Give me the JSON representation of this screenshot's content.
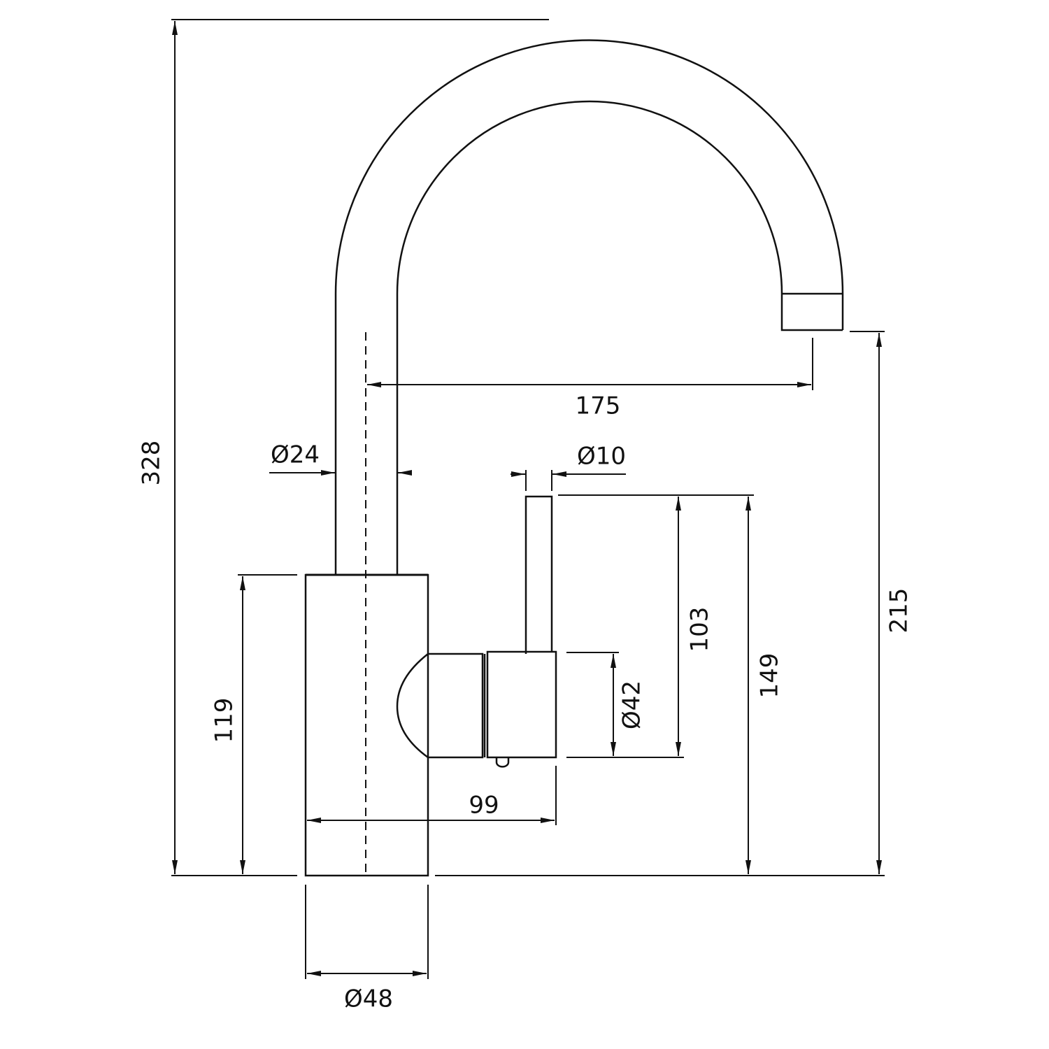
{
  "title": "Faucet dimension drawing",
  "dimensions": {
    "overall_height": "328",
    "spout_reach": "175",
    "spout_diameter": "Ø24",
    "lever_diameter": "Ø10",
    "lever_height": "103",
    "lever_top_height": "149",
    "spout_outlet_height": "215",
    "body_height": "119",
    "handle_diameter": "Ø42",
    "handle_projection": "99",
    "base_diameter": "Ø48"
  },
  "colors": {
    "line": "#111111",
    "background": "#ffffff"
  }
}
